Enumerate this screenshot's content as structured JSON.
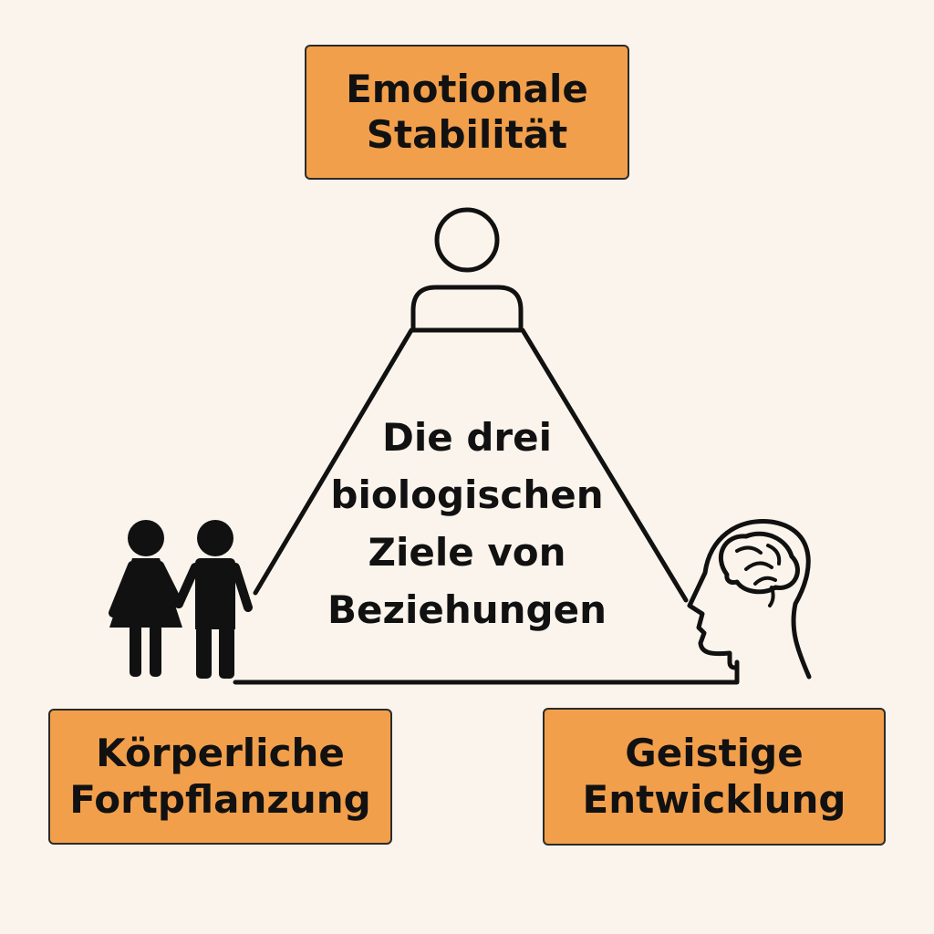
{
  "center_title": [
    "Die drei",
    "biologischen",
    "Ziele von",
    "Beziehungen"
  ],
  "goals": {
    "top": [
      "Emotionale",
      "Stabilität"
    ],
    "left": [
      "Körperliche",
      "Fortpflanzung"
    ],
    "right": [
      "Geistige",
      "Entwicklung"
    ]
  },
  "icons": {
    "top": "person-icon",
    "left": "couple-icon",
    "right": "head-brain-icon"
  },
  "colors": {
    "background": "#faf4ec",
    "box_fill": "#f29f4b",
    "box_border": "#2b2b2b",
    "ink": "#111111"
  }
}
